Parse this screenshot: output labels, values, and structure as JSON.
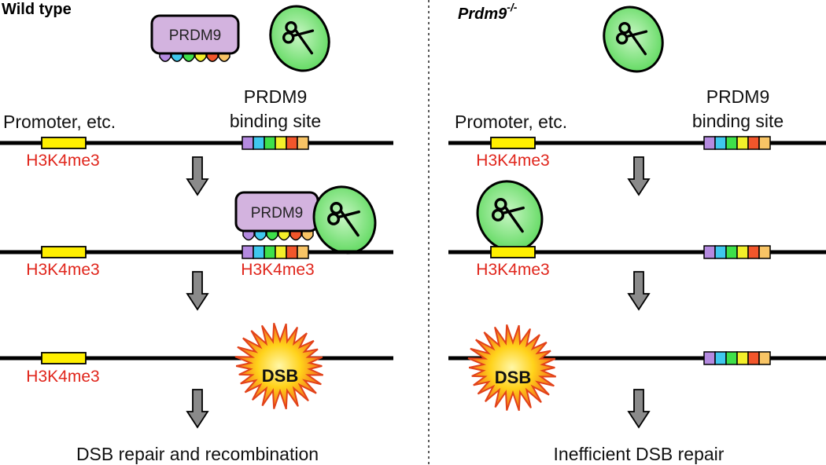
{
  "panels": {
    "wild_type": {
      "title": "Wild type",
      "promoter_label": "Promoter, etc.",
      "binding_site_label_line1": "PRDM9",
      "binding_site_label_line2": "binding site",
      "h3k4me3_row1": "H3K4me3",
      "h3k4me3_row2_left": "H3K4me3",
      "h3k4me3_row2_right": "H3K4me3",
      "h3k4me3_row3": "H3K4me3",
      "prdm9_protein_top": "PRDM9",
      "prdm9_protein_bound": "PRDM9",
      "dsb_label": "DSB",
      "outcome": "DSB repair and recombination"
    },
    "knockout": {
      "title_base": "Prdm9",
      "title_superscript": "-/-",
      "promoter_label": "Promoter, etc.",
      "binding_site_label_line1": "PRDM9",
      "binding_site_label_line2": "binding site",
      "h3k4me3_row1": "H3K4me3",
      "h3k4me3_row2": "H3K4me3",
      "dsb_label": "DSB",
      "outcome": "Inefficient DSB repair"
    }
  },
  "colors": {
    "zinc_fingers": [
      "#b48ae0",
      "#3fc8ee",
      "#3ee04a",
      "#f3ef2a",
      "#f2562b",
      "#f8c465"
    ],
    "promoter_block": "#ffef00",
    "prdm9_body": "#d3b3df",
    "scissors_oval": "#7fe47f",
    "h3k4me3_text": "#e0251b",
    "arrow": "#8a8a8a"
  },
  "icons": {
    "cutting_enzyme": "scissors-icon",
    "double_strand_break": "explosion-icon",
    "step_arrow": "down-arrow-icon"
  }
}
